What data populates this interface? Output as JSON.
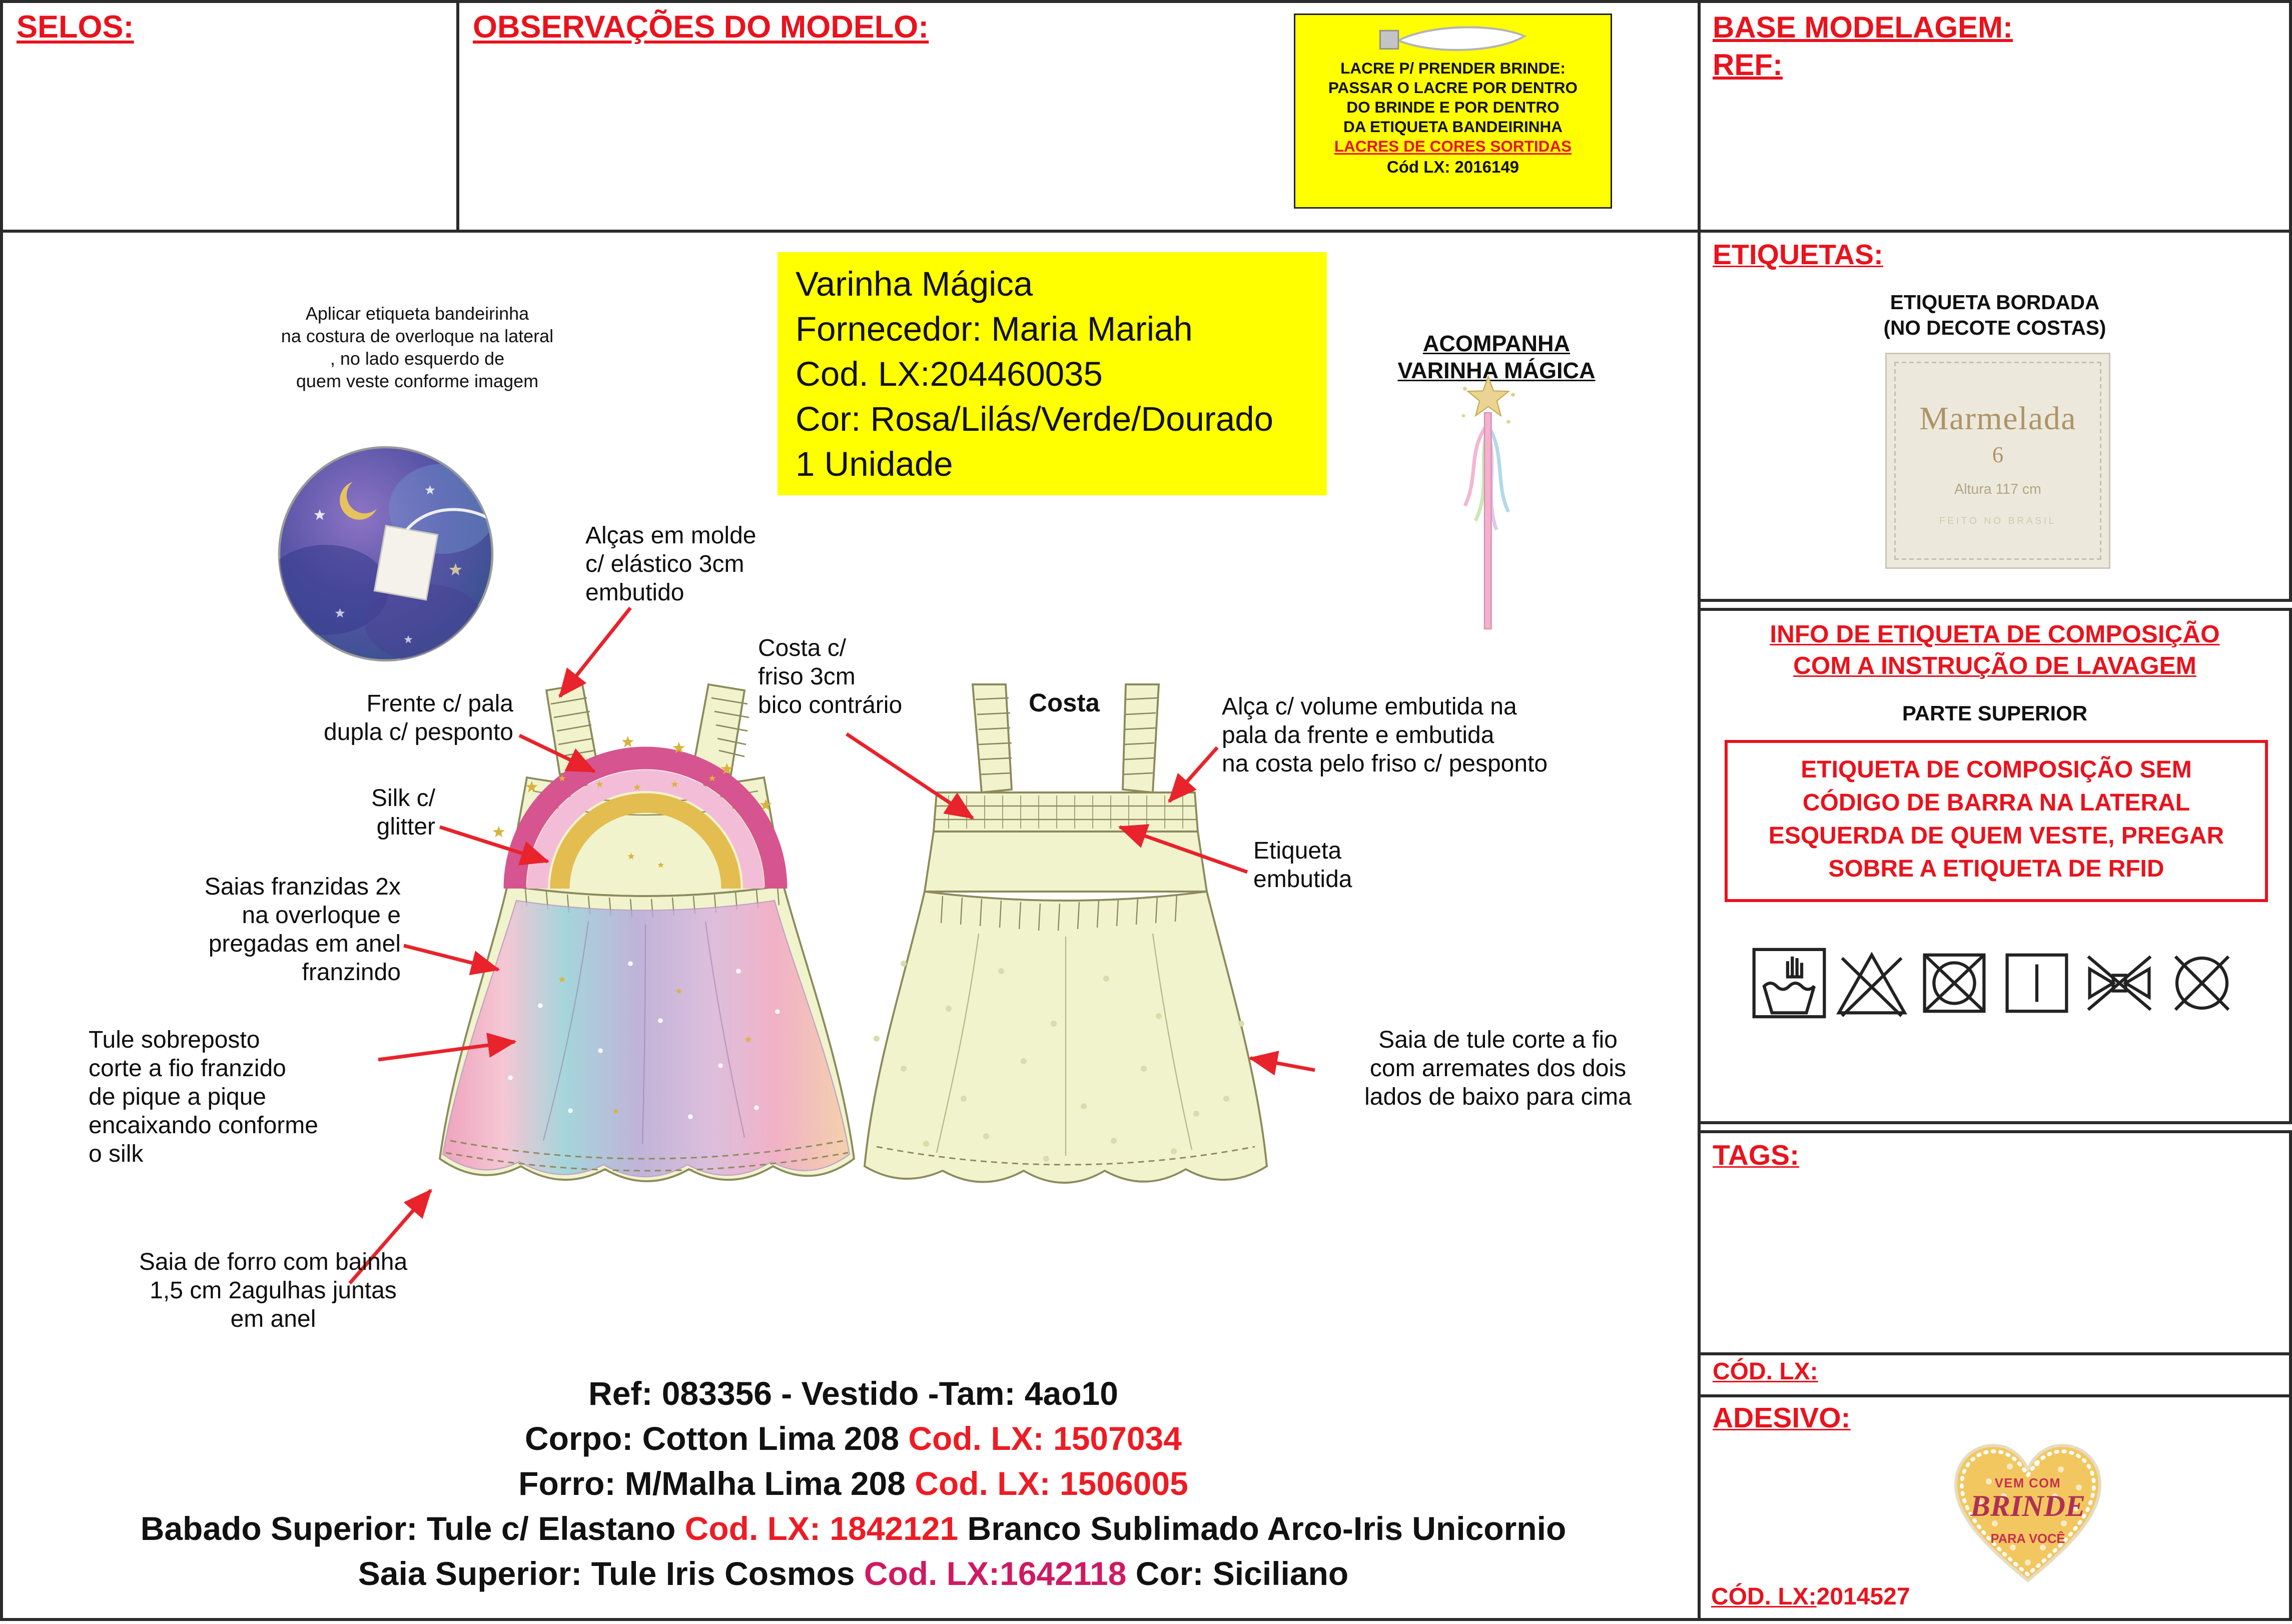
{
  "header": {
    "selos": "SELOS:",
    "observacoes": "OBSERVAÇÕES DO MODELO:",
    "base_modelagem": "BASE MODELAGEM:",
    "ref": "REF:"
  },
  "lacre_box": {
    "text_lines": "LACRE P/ PRENDER BRINDE:\nPASSAR O LACRE POR DENTRO\nDO BRINDE E POR DENTRO\nDA ETIQUETA BANDEIRINHA",
    "sorted_line": "LACRES DE CORES SORTIDAS",
    "cod": "Cód LX: 2016149"
  },
  "product_box": {
    "line1": "Varinha Mágica",
    "line2": "Fornecedor: Maria Mariah",
    "line3": "Cod. LX:204460035",
    "line4": "Cor: Rosa/Lilás/Verde/Dourado",
    "line5": "1 Unidade"
  },
  "acompanha": "ACOMPANHA\nVARINHA MÁGICA",
  "annotations": {
    "aplicar_etiqueta": "Aplicar etiqueta bandeirinha\nna costura de overloque na lateral\n, no lado esquerdo de\nquem veste conforme imagem",
    "alcas": "Alças em molde\nc/ elástico 3cm\nembutido",
    "costa_friso": "Costa c/\nfriso 3cm\nbico contrário",
    "frente_pala": "Frente c/ pala\ndupla c/ pesponto",
    "silk": "Silk c/\nglitter",
    "saias_franzidas": "Saias franzidas 2x\nna overloque e\npregadas em anel\nfranzindo",
    "tule_sobreposto": "Tule sobreposto\ncorte a fio franzido\nde pique a pique\nencaixando conforme\no silk",
    "saia_forro": "Saia de forro com bainha\n1,5 cm 2agulhas juntas\nem anel",
    "costa_label": "Costa",
    "alca_volume": "Alça c/ volume embutida na\npala da frente e embutida\nna costa pelo friso c/ pesponto",
    "etiqueta_embutida": "Etiqueta\nembutida",
    "saia_tule": "Saia de tule corte a fio\ncom arremates dos dois\nlados de baixo para cima"
  },
  "right_col": {
    "etiquetas": "ETIQUETAS:",
    "bordada": "ETIQUETA BORDADA\n(NO DECOTE COSTAS)",
    "label_mock": {
      "brand": "Marmelada",
      "size": "6",
      "height": "Altura 117 cm",
      "origin": "FEITO NO BRASIL"
    },
    "info_title": "INFO DE ETIQUETA DE COMPOSIÇÃO\nCOM A INSTRUÇÃO DE LAVAGEM",
    "parte_superior": "PARTE SUPERIOR",
    "rfid_note": "ETIQUETA DE COMPOSIÇÃO SEM\nCÓDIGO DE BARRA NA LATERAL\nESQUERDA DE QUEM VESTE, PREGAR\nSOBRE A ETIQUETA DE RFID",
    "care_symbols": [
      "hand-wash",
      "do-not-bleach",
      "do-not-tumble-dry",
      "drip-dry",
      "do-not-wring",
      "do-not-dry-clean"
    ],
    "tags": "TAGS:",
    "cod_lx": "CÓD. LX:",
    "adesivo": "ADESIVO:",
    "sticker": {
      "top": "VEM COM",
      "main": "BRINDE",
      "bottom": "PARA VOCÊ"
    },
    "adesivo_cod_label": "CÓD. LX:",
    "adesivo_cod_number": "2014527"
  },
  "footer": {
    "line1": "Ref: 083356 - Vestido -Tam: 4ao10",
    "line2_a": "Corpo: Cotton Lima 208 ",
    "line2_b": "Cod. LX: 1507034",
    "line3_a": "Forro: M/Malha Lima 208 ",
    "line3_b": "Cod. LX: 1506005",
    "line4_a": "Babado Superior: Tule c/ Elastano ",
    "line4_b": "Cod. LX: 1842121",
    "line4_c": " Branco Sublimado Arco-Iris Unicornio",
    "line5_a": "Saia Superior: Tule  Iris Cosmos ",
    "line5_b": "Cod. LX:1642118",
    "line5_c": "  Cor: Siciliano"
  },
  "colors": {
    "heading_red": "#e8131d",
    "code_red": "#ed1c24",
    "code_pink": "#cf1a62",
    "lima": "#f1f3cd",
    "yellow": "#ffff00"
  }
}
